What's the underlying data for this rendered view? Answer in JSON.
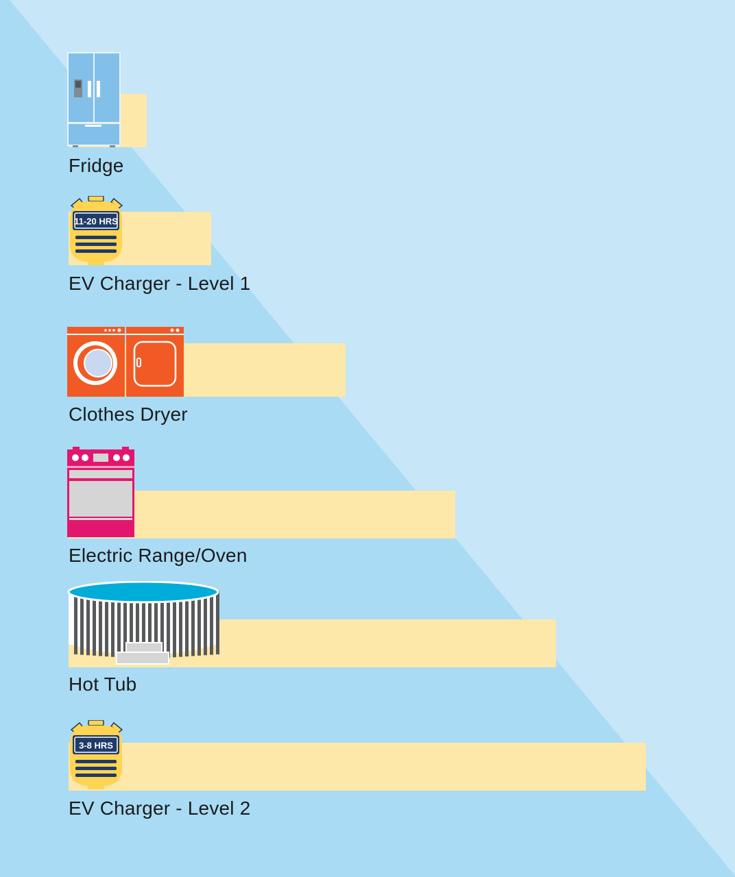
{
  "colors": {
    "background_light": "#c7e6f7",
    "background_dark": "#a9dbf4",
    "bar": "#fde7a9",
    "label_text": "#1b1b1b",
    "fridge": "#82c0ea",
    "timer": "#ffd452",
    "timer_screen": "#1e3a67",
    "dryer": "#f15a24",
    "oven": "#e2166e",
    "hot_tub_rim": "#00acd8",
    "hot_tub_body": "#58595b"
  },
  "chart_data": {
    "type": "bar",
    "orientation": "horizontal",
    "xlim": [
      0,
      10
    ],
    "categories": [
      "Fridge",
      "EV Charger - Level 1",
      "Clothes Dryer",
      "Electric Range/Oven",
      "Hot Tub",
      "EV Charger - Level 2"
    ],
    "values": [
      1.4,
      2.55,
      4.95,
      6.9,
      8.7,
      10.3
    ],
    "icons": [
      "fridge-icon",
      "stopwatch-icon",
      "washer-dryer-icon",
      "electric-range-icon",
      "hot-tub-icon",
      "stopwatch-icon"
    ],
    "icon_labels": [
      "",
      "11-20 HRS",
      "",
      "",
      "",
      "3-8 HRS"
    ]
  }
}
